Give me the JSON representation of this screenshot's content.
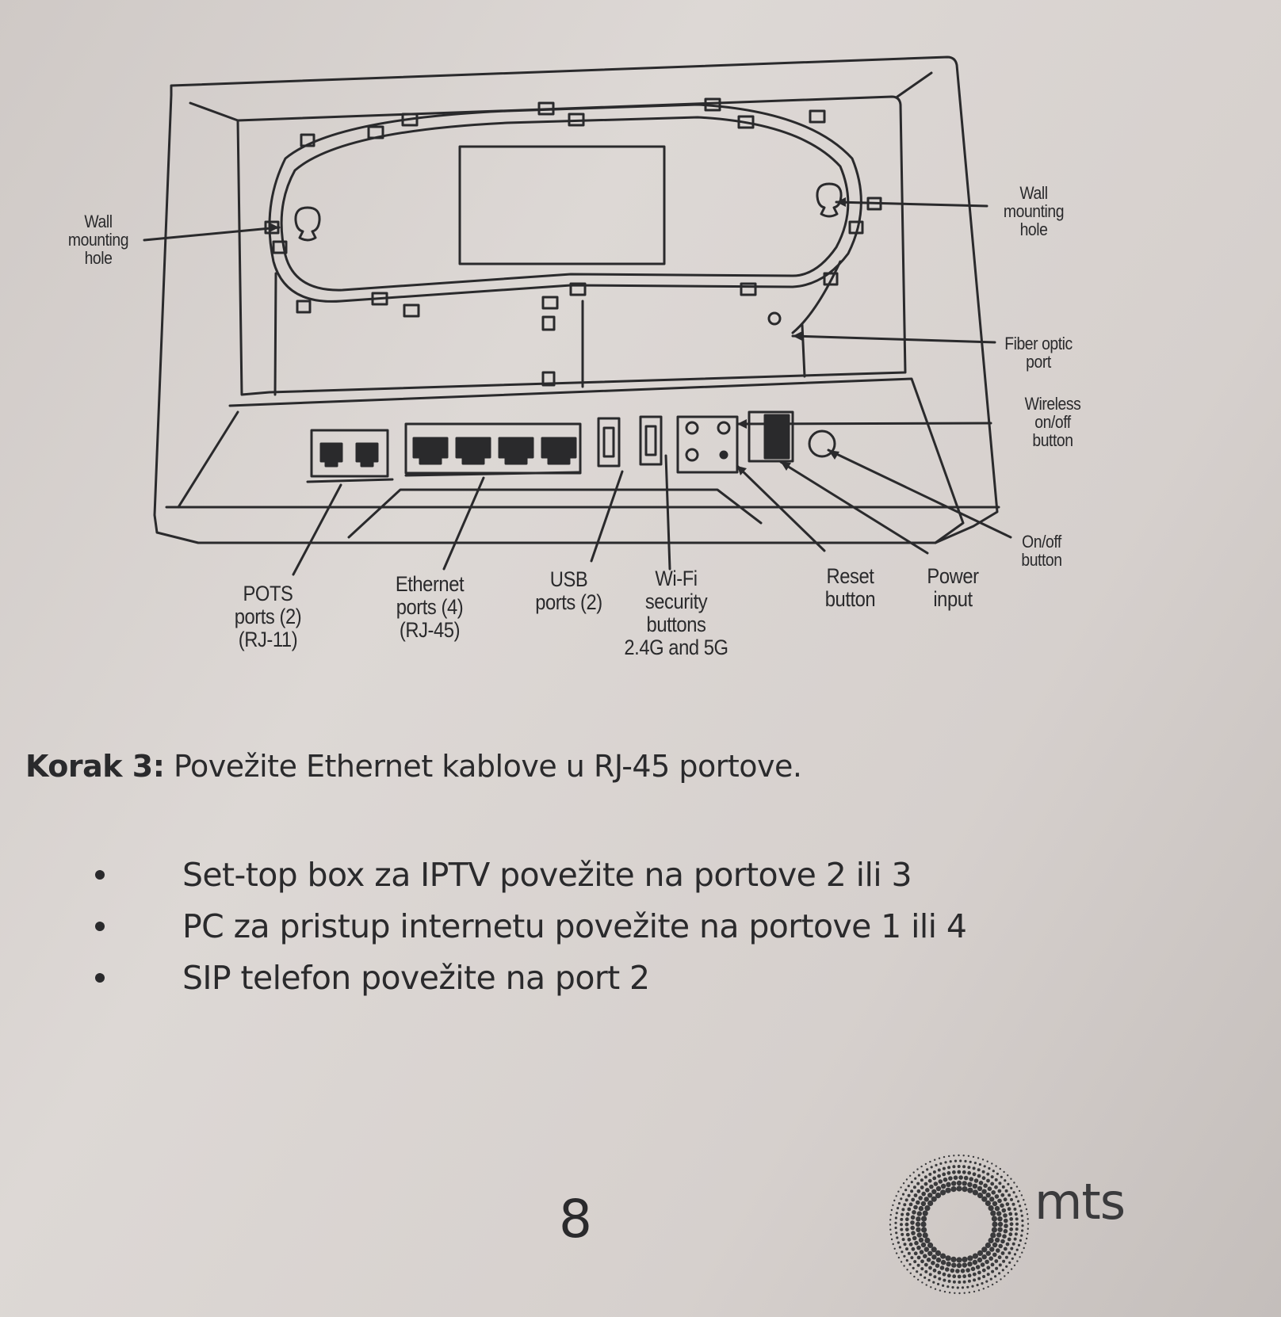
{
  "diagram": {
    "labels": {
      "wall_left": [
        "Wall",
        "mounting",
        "hole"
      ],
      "wall_right": [
        "Wall",
        "mounting",
        "hole"
      ],
      "fiber": [
        "Fiber optic",
        "port"
      ],
      "wireless": [
        "Wireless",
        "on/off",
        "button"
      ],
      "onoff": [
        "On/off",
        "button"
      ],
      "pots": [
        "POTS",
        "ports (2)",
        "(RJ-11)"
      ],
      "ethernet": [
        "Ethernet",
        "ports (4)",
        "(RJ-45)"
      ],
      "usb": [
        "USB",
        "ports (2)"
      ],
      "wifi": [
        "Wi-Fi",
        "security",
        "buttons",
        "2.4G and 5G"
      ],
      "reset": [
        "Reset",
        "button"
      ],
      "power": [
        "Power",
        "input"
      ]
    }
  },
  "step": {
    "prefix": "Korak 3:",
    "text": " Povežite Ethernet kablove u RJ-45 portove."
  },
  "bullets": [
    "Set-top box za IPTV povežite na portove 2 ili 3",
    "PC za pristup internetu povežite na portove 1 ili 4",
    "SIP telefon povežite na port 2"
  ],
  "page_number": "8",
  "brand": {
    "name": "mts",
    "logo_icon": "mts-sunburst-logo-icon"
  }
}
